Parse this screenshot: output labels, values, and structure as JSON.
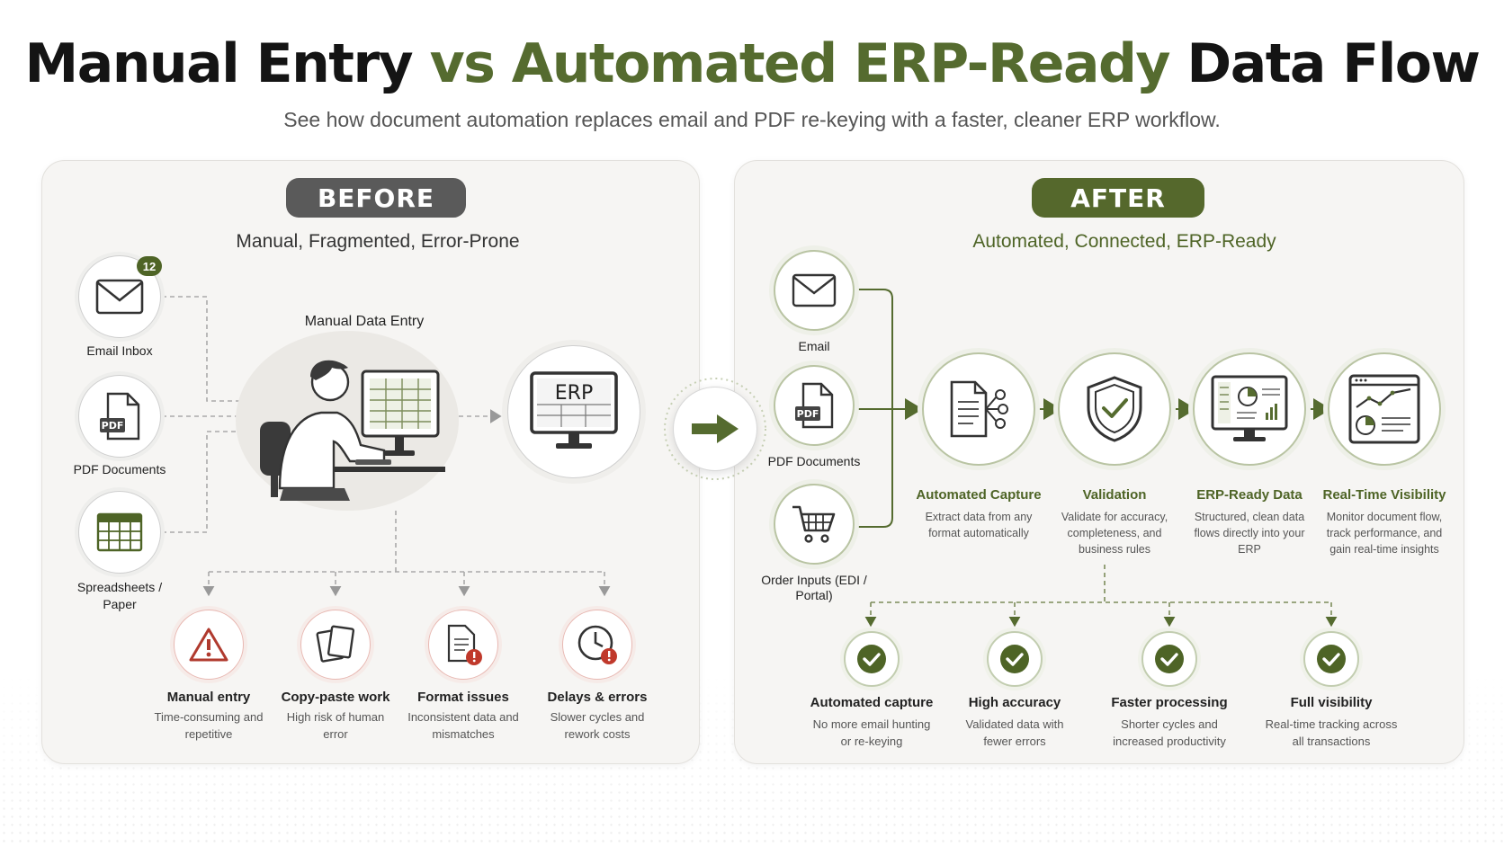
{
  "header": {
    "title_part1": "Manual Entry",
    "title_part2": "vs Automated ERP-Ready",
    "title_part3": "Data Flow",
    "subtitle": "See how document automation replaces email and PDF re-keying with a faster, cleaner ERP workflow."
  },
  "before": {
    "badge": "BEFORE",
    "tagline": "Manual, Fragmented, Error-Prone",
    "inbox_count": "12",
    "sources": [
      {
        "label": "Email Inbox",
        "icon": "envelope-icon"
      },
      {
        "label": "PDF Documents",
        "icon": "pdf-document-icon"
      },
      {
        "label": "Spreadsheets / Paper",
        "icon": "spreadsheet-icon"
      }
    ],
    "manual_entry_label": "Manual Data Entry",
    "erp_label": "ERP",
    "problems": [
      {
        "title": "Manual entry",
        "desc": "Time-consuming and repetitive",
        "icon": "warning-icon"
      },
      {
        "title": "Copy-paste work",
        "desc": "High risk of human error",
        "icon": "copy-pages-icon"
      },
      {
        "title": "Format issues",
        "desc": "Inconsistent data and mismatches",
        "icon": "document-alert-icon"
      },
      {
        "title": "Delays & errors",
        "desc": "Slower cycles and rework costs",
        "icon": "clock-alert-icon"
      }
    ]
  },
  "after": {
    "badge": "AFTER",
    "tagline": "Automated, Connected, ERP-Ready",
    "inputs": [
      {
        "label": "Email",
        "icon": "envelope-icon"
      },
      {
        "label": "PDF Documents",
        "icon": "pdf-document-icon"
      },
      {
        "label": "Order Inputs (EDI / Portal)",
        "icon": "shopping-cart-icon"
      }
    ],
    "steps": [
      {
        "title": "Automated Capture",
        "desc": "Extract data from any format automatically",
        "icon": "document-extract-icon"
      },
      {
        "title": "Validation",
        "desc": "Validate for accuracy, completeness, and business rules",
        "icon": "shield-check-icon"
      },
      {
        "title": "ERP-Ready Data",
        "desc": "Structured, clean data flows directly into your ERP",
        "icon": "monitor-dashboard-icon"
      },
      {
        "title": "Real-Time Visibility",
        "desc": "Monitor document flow, track performance, and gain real-time insights",
        "icon": "analytics-window-icon"
      }
    ],
    "benefits": [
      {
        "title": "Automated capture",
        "desc": "No more email hunting or re-keying"
      },
      {
        "title": "High accuracy",
        "desc": "Validated data with fewer errors"
      },
      {
        "title": "Faster processing",
        "desc": "Shorter cycles and increased productivity"
      },
      {
        "title": "Full visibility",
        "desc": "Real-time tracking across all transactions"
      }
    ]
  },
  "colors": {
    "accent_green": "#556b2f",
    "before_gray": "#5a5a5a",
    "alert_red": "#c0392b"
  }
}
